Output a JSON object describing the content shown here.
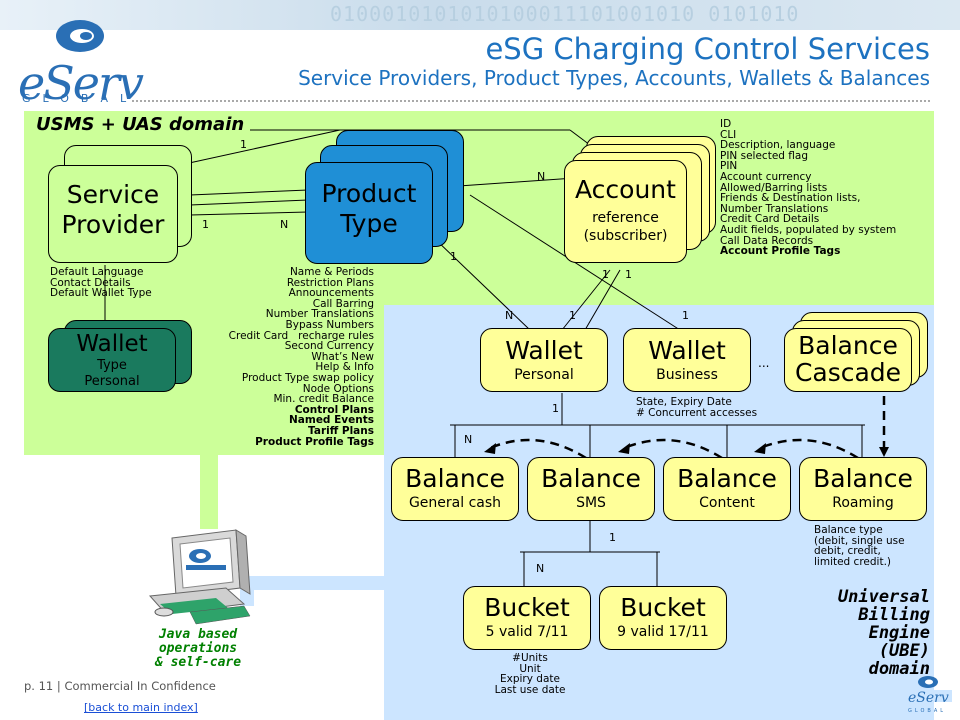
{
  "header": {
    "title": "eSG Charging Control Services",
    "subtitle": "Service Providers, Product Types, Accounts, Wallets & Balances",
    "banner_bits": "0100010101010100011101001010 0101010"
  },
  "logo": {
    "text": "eServ",
    "tagline": "GLOBAL"
  },
  "domains": {
    "usms": "USMS + UAS domain",
    "ube": [
      "Universal",
      "Billing",
      "Engine",
      "(UBE)",
      "domain"
    ],
    "java": [
      "Java based",
      "operations",
      "& self-care"
    ]
  },
  "entities": {
    "service_provider": [
      "Service",
      "Provider"
    ],
    "product_type": [
      "Product",
      "Type"
    ],
    "account": {
      "title": "Account",
      "sub": [
        "reference",
        "(subscriber)"
      ]
    },
    "wallet_type": {
      "title": "Wallet",
      "sub": [
        "Type",
        "Personal"
      ]
    },
    "wallet_personal": {
      "title": "Wallet",
      "sub": "Personal"
    },
    "wallet_business": {
      "title": "Wallet",
      "sub": "Business"
    },
    "balance_cascade": [
      "Balance",
      "Cascade"
    ],
    "balances": [
      {
        "title": "Balance",
        "sub": "General cash"
      },
      {
        "title": "Balance",
        "sub": "SMS"
      },
      {
        "title": "Balance",
        "sub": "Content"
      },
      {
        "title": "Balance",
        "sub": "Roaming"
      }
    ],
    "buckets": [
      {
        "title": "Bucket",
        "sub": "5 valid 7/11"
      },
      {
        "title": "Bucket",
        "sub": "9 valid 17/11"
      }
    ]
  },
  "notes": {
    "service_provider": [
      "Default Language",
      "Contact Details",
      "Default Wallet Type"
    ],
    "product_type": [
      "Name & Periods",
      "Restriction Plans",
      "Announcements",
      "Call Barring",
      "Number Translations",
      "Bypass Numbers",
      "Credit Card   recharge rules",
      "Second Currency",
      "What’s New",
      "Help & Info",
      "Product Type swap policy",
      "Node Options",
      "Min. credit Balance"
    ],
    "product_type_bold": [
      "Control Plans",
      "Named Events",
      "Tariff Plans",
      "Product Profile Tags"
    ],
    "account": [
      "ID",
      "CLI",
      "Description, language",
      "PIN selected flag",
      "PIN",
      "Account currency",
      "Allowed/Barring lists",
      "Friends & Destination lists,",
      "Number Translations",
      "Credit Card Details",
      "Audit fields, populated by system",
      "Call Data Records"
    ],
    "account_bold": "Account Profile Tags",
    "wallet": [
      "State, Expiry Date",
      "# Concurrent accesses"
    ],
    "balance_type": [
      "Balance type",
      "(debit, single use",
      "debit, credit,",
      "limited credit.)"
    ],
    "bucket": [
      "#Units",
      "Unit",
      "Expiry date",
      "Last use date"
    ]
  },
  "cardinality": {
    "sp_pt_top": "1",
    "sp_pt_left": "1",
    "sp_pt_right": "N",
    "pt_n": "N",
    "pt_1": "1",
    "acct_1a": "1",
    "acct_1b": "1",
    "w_n": "N",
    "w_1a": "1",
    "w_1b": "1",
    "bal_1": "1",
    "bal_n": "N",
    "bkt_1": "1",
    "bkt_n": "N"
  },
  "ellipsis": "...",
  "footer": {
    "page": "p. 11",
    "sep": "|",
    "confidentiality": "Commercial In Confidence",
    "back_link": "[back to main index]"
  },
  "colors": {
    "green_domain": "#ccff99",
    "blue_domain": "#cce5ff",
    "product_blue": "#1f8fd6",
    "wallet_teal": "#1a7a5e",
    "yellow": "#ffff99",
    "title_blue": "#1d72c0"
  }
}
